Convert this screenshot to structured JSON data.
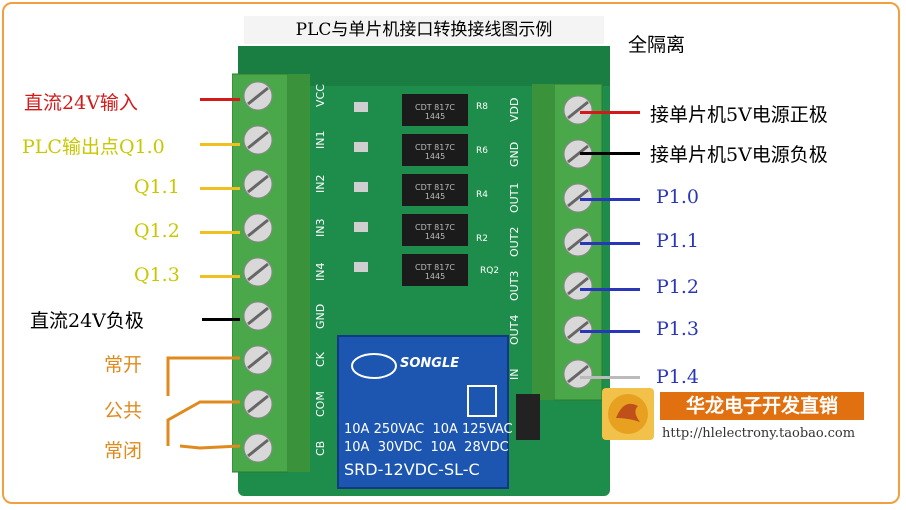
{
  "title": "PLC与单片机接口转换接线图示例",
  "subtitle": "全隔离",
  "left_labels": {
    "dc24v_input": "直流24V输入",
    "plc_output_q10": "PLC输出点Q1.0",
    "q11": "Q1.1",
    "q12": "Q1.2",
    "q13": "Q1.3",
    "dc24v_negative": "直流24V负极",
    "normally_open": "常开",
    "common": "公共",
    "normally_closed": "常闭"
  },
  "right_labels": {
    "mcu_5v_positive": "接单片机5V电源正极",
    "mcu_5v_negative": "接单片机5V电源负极",
    "p10": "P1.0",
    "p11": "P1.1",
    "p12": "P1.2",
    "p13": "P1.3",
    "p14": "P1.4"
  },
  "board": {
    "left_pins": [
      "VCC",
      "IN1",
      "IN2",
      "IN3",
      "IN4",
      "GND",
      "CK",
      "COM",
      "CB"
    ],
    "right_pins": [
      "VDD",
      "GND",
      "OUT1",
      "OUT2",
      "OUT3",
      "OUT4",
      "IN"
    ],
    "optocoupler_text": [
      "CDT",
      "817C",
      "1445"
    ],
    "relay_brand": "SONGLE",
    "relay_ratings": [
      "10A 250VAC  10A 125VAC",
      "10A  30VDC  10A  28VDC"
    ],
    "relay_model": "SRD-12VDC-SL-C",
    "resistors": [
      "R8",
      "R6",
      "R4",
      "R2",
      "RQ2"
    ]
  },
  "watermark": {
    "name": "华龙电子开发直销",
    "url": "http://hlelectrony.taobao.com"
  },
  "colors": {
    "red": "#d21a1a",
    "yellow": "#c8c800",
    "black": "#000000",
    "orange": "#e08a1e",
    "blue": "#2a36b8",
    "pcb_green": "#1e8c4a",
    "terminal_green": "#4aa84a",
    "relay_blue": "#1c56b0",
    "frame_orange": "#f0a040"
  }
}
